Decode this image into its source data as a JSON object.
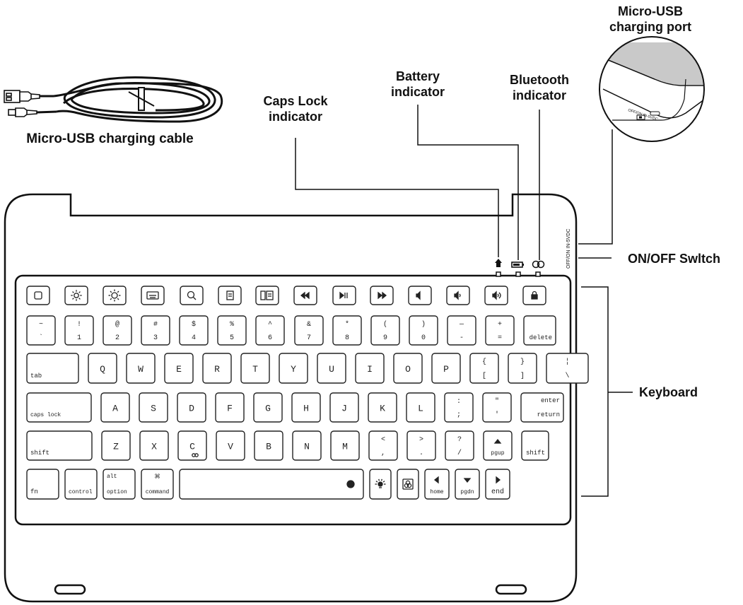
{
  "labels": {
    "cable": "Micro-USB charging cable",
    "caps_lock": [
      "Caps Lock",
      "indicator"
    ],
    "battery": [
      "Battery",
      "indicator"
    ],
    "bluetooth": [
      "Bluetooth",
      "indicator"
    ],
    "charging_port": [
      "Micro-USB",
      "charging port"
    ],
    "onoff": "ON/OFF Swltch",
    "keyboard": "Keyboard",
    "side_label": "OFF/ON IN-5VDC",
    "inset_label": "OFF/ON IN-5VDC"
  },
  "keyboard_rows": [
    [
      {
        "name": "home",
        "icon": "square"
      },
      {
        "name": "brightness-down",
        "icon": "sun"
      },
      {
        "name": "brightness-up",
        "icon": "sun-large"
      },
      {
        "name": "virtual-keyboard",
        "icon": "keyboard"
      },
      {
        "name": "search",
        "icon": "search"
      },
      {
        "name": "copy",
        "icon": "doc"
      },
      {
        "name": "paste",
        "icon": "docs"
      },
      {
        "name": "previous-track",
        "icon": "rewind"
      },
      {
        "name": "play-pause",
        "icon": "play"
      },
      {
        "name": "next-track",
        "icon": "forward"
      },
      {
        "name": "mute",
        "icon": "speaker"
      },
      {
        "name": "volume-down",
        "icon": "speaker-1"
      },
      {
        "name": "volume-up",
        "icon": "speaker-2"
      },
      {
        "name": "lock",
        "icon": "lock"
      }
    ],
    [
      {
        "name": "tilde",
        "top": "~",
        "bottom": "`"
      },
      {
        "name": "1",
        "top": "!",
        "bottom": "1"
      },
      {
        "name": "2",
        "top": "@",
        "bottom": "2"
      },
      {
        "name": "3",
        "top": "#",
        "bottom": "3"
      },
      {
        "name": "4",
        "top": "$",
        "bottom": "4"
      },
      {
        "name": "5",
        "top": "%",
        "bottom": "5"
      },
      {
        "name": "6",
        "top": "^",
        "bottom": "6"
      },
      {
        "name": "7",
        "top": "&",
        "bottom": "7"
      },
      {
        "name": "8",
        "top": "*",
        "bottom": "8"
      },
      {
        "name": "9",
        "top": "(",
        "bottom": "9"
      },
      {
        "name": "0",
        "top": ")",
        "bottom": "0"
      },
      {
        "name": "minus",
        "top": "—",
        "bottom": "-"
      },
      {
        "name": "equals",
        "top": "+",
        "bottom": "="
      },
      {
        "name": "delete",
        "br": "delete"
      }
    ],
    [
      {
        "name": "tab",
        "bl": "tab"
      },
      {
        "name": "q",
        "c": "Q"
      },
      {
        "name": "w",
        "c": "W"
      },
      {
        "name": "e",
        "c": "E"
      },
      {
        "name": "r",
        "c": "R"
      },
      {
        "name": "t",
        "c": "T"
      },
      {
        "name": "y",
        "c": "Y"
      },
      {
        "name": "u",
        "c": "U"
      },
      {
        "name": "i",
        "c": "I"
      },
      {
        "name": "o",
        "c": "O"
      },
      {
        "name": "p",
        "c": "P"
      },
      {
        "name": "bracket-left",
        "top": "{",
        "bottom": "["
      },
      {
        "name": "bracket-right",
        "top": "}",
        "bottom": "]"
      },
      {
        "name": "backslash",
        "top": "¦",
        "bottom": "\\"
      }
    ],
    [
      {
        "name": "caps-lock",
        "bl": "caps lock"
      },
      {
        "name": "a",
        "c": "A"
      },
      {
        "name": "s",
        "c": "S"
      },
      {
        "name": "d",
        "c": "D"
      },
      {
        "name": "f",
        "c": "F"
      },
      {
        "name": "g",
        "c": "G"
      },
      {
        "name": "h",
        "c": "H"
      },
      {
        "name": "j",
        "c": "J"
      },
      {
        "name": "k",
        "c": "K"
      },
      {
        "name": "l",
        "c": "L"
      },
      {
        "name": "semicolon",
        "top": ":",
        "bottom": ";"
      },
      {
        "name": "quote",
        "top": "\"",
        "bottom": "'"
      },
      {
        "name": "enter",
        "tr": "enter",
        "br": "return"
      }
    ],
    [
      {
        "name": "shift-left",
        "bl": "shift"
      },
      {
        "name": "z",
        "c": "Z"
      },
      {
        "name": "x",
        "c": "X"
      },
      {
        "name": "c",
        "c": "C",
        "icon": "bt-small"
      },
      {
        "name": "v",
        "c": "V"
      },
      {
        "name": "b",
        "c": "B"
      },
      {
        "name": "n",
        "c": "N"
      },
      {
        "name": "m",
        "c": "M"
      },
      {
        "name": "comma",
        "top": "<",
        "bottom": ","
      },
      {
        "name": "period",
        "top": ">",
        "bottom": "."
      },
      {
        "name": "slash",
        "top": "?",
        "bottom": "/"
      },
      {
        "name": "pgup",
        "icon": "up",
        "bottom": "pgup"
      },
      {
        "name": "shift-right",
        "br": "shift"
      }
    ],
    [
      {
        "name": "fn",
        "bl": "fn"
      },
      {
        "name": "control",
        "bl": "control"
      },
      {
        "name": "option",
        "tl": "alt",
        "bl": "option"
      },
      {
        "name": "command",
        "top": "⌘",
        "bottom": "command"
      },
      {
        "name": "space",
        "icon": "globe"
      },
      {
        "name": "backlight",
        "icon": "bulb"
      },
      {
        "name": "bluetooth",
        "icon": "bt"
      },
      {
        "name": "home-nav",
        "icon": "left",
        "bottom": "home"
      },
      {
        "name": "pgdn",
        "icon": "down",
        "bottom": "pgdn"
      },
      {
        "name": "end",
        "icon": "right",
        "bottom": "end"
      }
    ]
  ]
}
